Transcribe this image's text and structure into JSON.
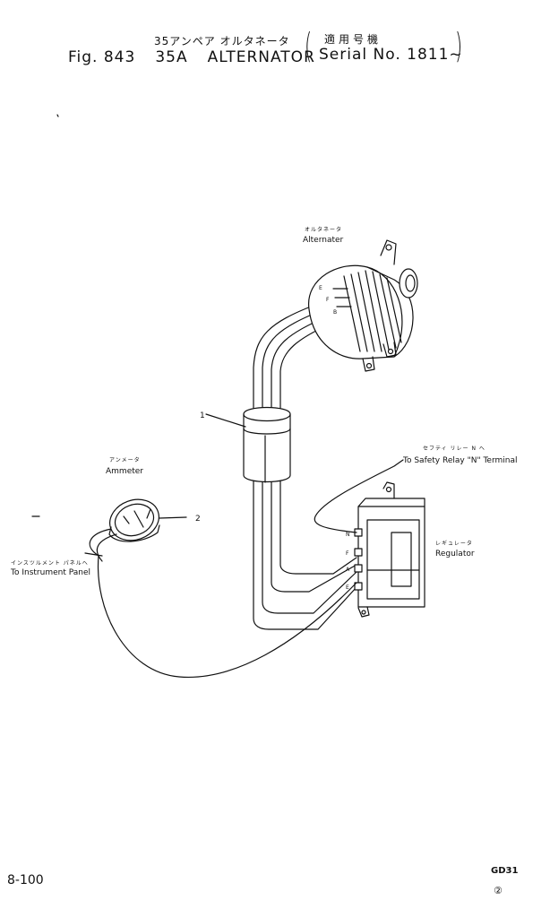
{
  "header": {
    "title_jp": "35アンペア オルタネータ",
    "fig_number": "Fig. 843",
    "amp": "35A",
    "title": "ALTERNATOR",
    "serial_jp": "適用号機",
    "serial": "Serial No. 1811~",
    "paren_open": "(",
    "paren_close": ")"
  },
  "labels": {
    "alternator_jp": "オルタネータ",
    "alternator": "Alternater",
    "ammeter_jp": "アンメータ",
    "ammeter": "Ammeter",
    "instrument_jp": "インスツルメント パネルへ",
    "instrument": "To Instrument Panel",
    "safety_jp": "セフティ リレー N へ",
    "safety": "To Safety Relay \"N\" Terminal",
    "regulator_jp": "レギュレータ",
    "regulator": "Regulator"
  },
  "callouts": {
    "c1": "1",
    "c2": "2"
  },
  "terminals": {
    "alt_E": "E",
    "alt_F": "F",
    "alt_B": "B",
    "reg_N": "N",
    "reg_F": "F",
    "reg_A": "A",
    "reg_E": "E"
  },
  "footer": {
    "page": "8-100",
    "model": "GD31",
    "revision": "②"
  }
}
